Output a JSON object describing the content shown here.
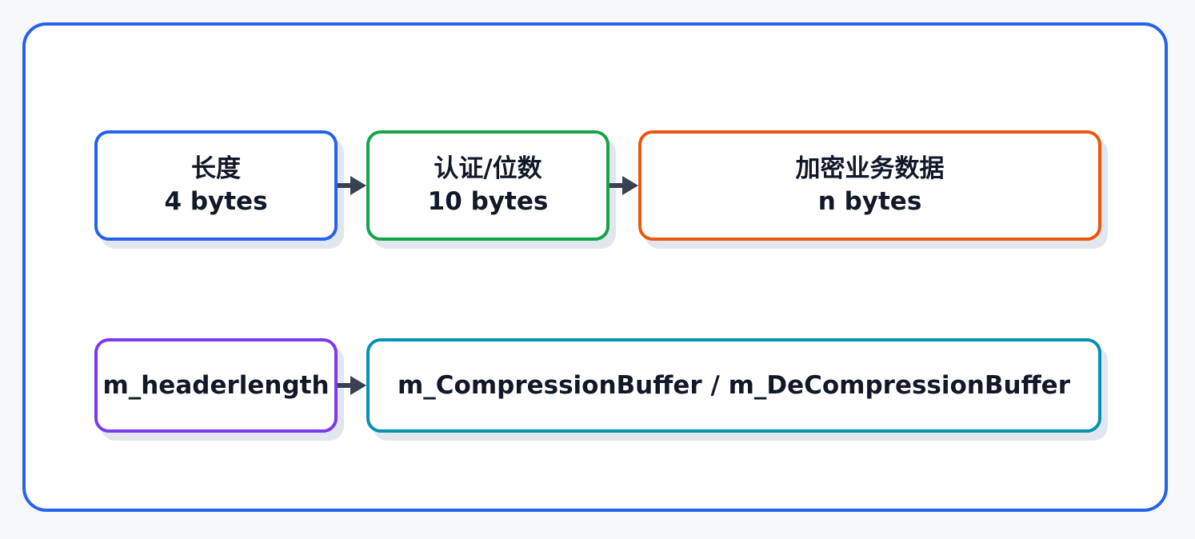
{
  "row1": {
    "length_box": {
      "title": "长度",
      "size": "4 bytes",
      "color": "#2563eb"
    },
    "auth_box": {
      "title": "认证/位数",
      "size": "10 bytes",
      "color": "#16a34a"
    },
    "payload_box": {
      "title": "加密业务数据",
      "size": "n bytes",
      "color": "#ea580c"
    }
  },
  "row2": {
    "header_box": {
      "label": "m_headerlength",
      "color": "#7c3aed"
    },
    "buffer_box": {
      "label": "m_CompressionBuffer / m_DeCompressionBuffer",
      "color": "#0891b2"
    }
  },
  "colors": {
    "frame_border": "#2563eb",
    "arrow": "#374151",
    "shadow": "#e2e7ef",
    "text": "#111827"
  }
}
